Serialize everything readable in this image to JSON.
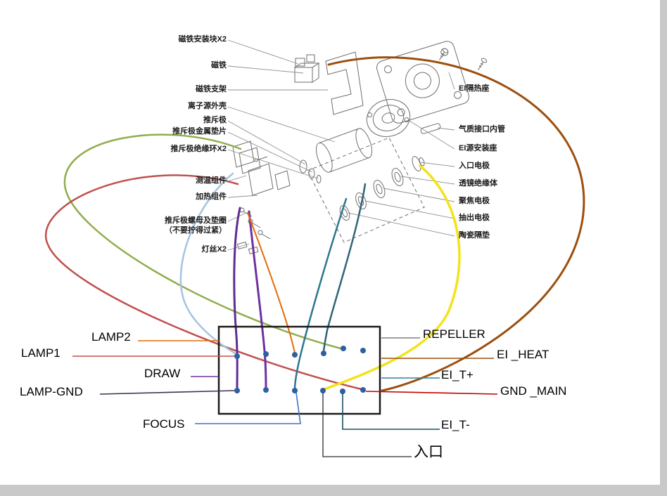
{
  "colors": {
    "outline": "#6e6e6e",
    "leader": "#909090",
    "box": "#1a1a1a",
    "pin": "#2e5fa3",
    "canvas_bg": "#ffffff",
    "frame_bg": "#c9c9c9"
  },
  "parts_left": [
    {
      "text": "磁铁安装块X2"
    },
    {
      "text": "磁铁"
    },
    {
      "text": "磁铁支架"
    },
    {
      "text": "离子源外壳"
    },
    {
      "text": "推斥极"
    },
    {
      "text": "推斥极金属垫片"
    },
    {
      "text": "推斥极绝缘环X2"
    },
    {
      "text": "测温组件"
    },
    {
      "text": "加热组件"
    },
    {
      "text": "推斥极螺母及垫圈"
    },
    {
      "text": "（不要拧得过紧）"
    },
    {
      "text": "灯丝X2"
    }
  ],
  "parts_right": [
    {
      "text": "EI隔热座"
    },
    {
      "text": "气质接口内管"
    },
    {
      "text": "EI源安装座"
    },
    {
      "text": "入口电极"
    },
    {
      "text": "透镜绝缘体"
    },
    {
      "text": "聚焦电极"
    },
    {
      "text": "抽出电极"
    },
    {
      "text": "陶瓷隔垫"
    }
  ],
  "connector": {
    "pin_labels_left": [
      {
        "text": "LAMP2"
      },
      {
        "text": "LAMP1"
      },
      {
        "text": "DRAW"
      },
      {
        "text": "LAMP-GND"
      },
      {
        "text": "FOCUS"
      }
    ],
    "pin_labels_right": [
      {
        "text": "REPELLER"
      },
      {
        "text": "EI _HEAT"
      },
      {
        "text": "EI_T+"
      },
      {
        "text": "GND _MAIN"
      },
      {
        "text": "EI_T-"
      },
      {
        "text": "入口"
      }
    ]
  },
  "wires": {
    "green": "#8fae4c",
    "red": "#c0504d",
    "light_blue": "#a6c3de",
    "purple_lamp_gnd": "#5f2d91",
    "purple_draw": "#7030a0",
    "orange": "#e36c09",
    "teal_repeller": "#2f6579",
    "teal_ei": "#2e7690",
    "yellow": "#f2e31c",
    "brown": "#9c4f0e"
  },
  "label_lines": {
    "lamp2": "#e36c09",
    "lamp1": "#c0504d",
    "draw": "#7030a0",
    "lamp_gnd": "#403152",
    "focus": "#4472c4",
    "repeller": "#7f7f7f",
    "ei_heat": "#9c4f0e",
    "ei_t_plus": "#31849b",
    "gnd_main": "#c00000",
    "ei_t_minus": "#1f4e63",
    "rukou": "#2b2b2b"
  }
}
